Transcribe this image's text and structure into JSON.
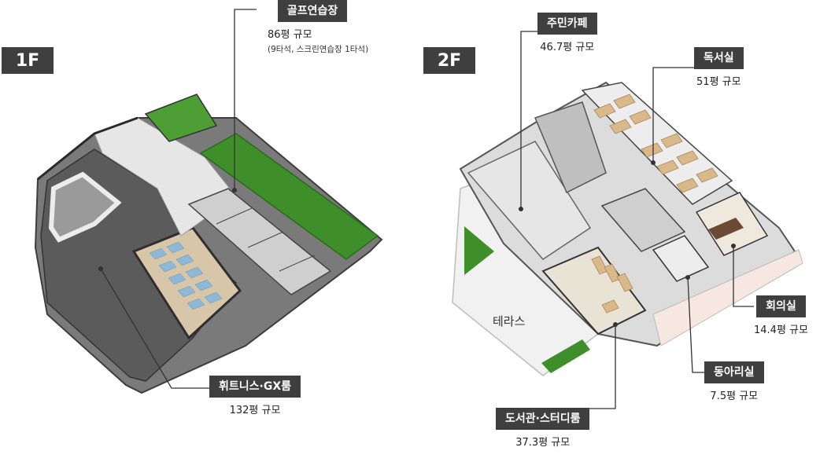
{
  "floors": {
    "first": "1F",
    "second": "2F"
  },
  "labels": {
    "golf": {
      "name": "골프연습장",
      "size": "86평 규모",
      "note": "(9타석, 스크린연습장 1타석)"
    },
    "fitness": {
      "name": "휘트니스·GX룸",
      "size": "132평 규모"
    },
    "cafe": {
      "name": "주민카페",
      "size": "46.7평 규모"
    },
    "reading": {
      "name": "독서실",
      "size": "51평 규모"
    },
    "meeting": {
      "name": "회의실",
      "size": "14.4평 규모"
    },
    "club": {
      "name": "동아리실",
      "size": "7.5평 규모"
    },
    "library": {
      "name": "도서관·스터디룸",
      "size": "37.3평 규모"
    },
    "terrace": "테라스"
  },
  "colors": {
    "badge": "#3f3f3f",
    "turf": "#3e8f2a",
    "floor_dark": "#5b5b5b",
    "floor_light": "#e6e6e6",
    "wood": "#d9b98a",
    "mat": "#8fb8d6"
  }
}
